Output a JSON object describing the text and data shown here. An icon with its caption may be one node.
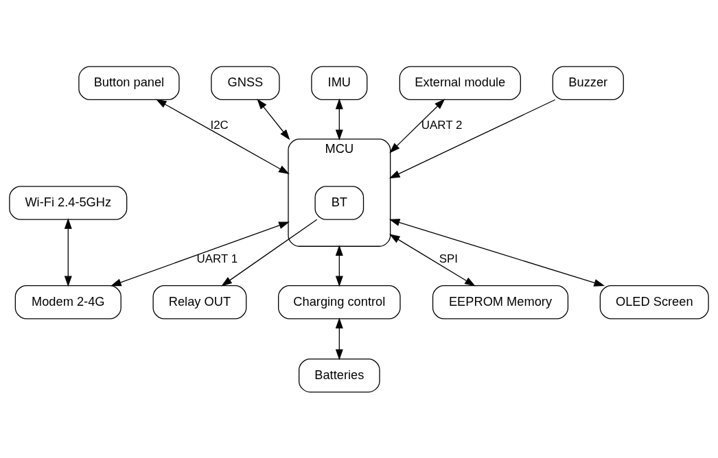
{
  "diagram": {
    "nodes": [
      {
        "text": [
          "Wi-Fi 2.4-5GHz"
        ]
      },
      {
        "text": [
          "Button panel"
        ]
      },
      {
        "text": [
          "GNSS"
        ]
      },
      {
        "text": [
          "IMU"
        ]
      },
      {
        "text": [
          "Modem 2-4G"
        ]
      },
      {
        "text": [
          "External module"
        ]
      },
      {
        "text": [
          "MCU"
        ]
      },
      {
        "text": [
          "BT"
        ],
        "in": 6
      },
      {
        "text": [
          "Relay OUT"
        ]
      },
      {
        "text": [
          "Buzzer"
        ]
      },
      {
        "text": [
          "Charging control"
        ]
      },
      {
        "text": [
          "EEPROM Memory"
        ]
      },
      {
        "text": [
          "OLED Screen"
        ]
      },
      {
        "text": [
          "Batteries"
        ]
      }
    ],
    "edges": [
      {
        "from": 0,
        "to": 4,
        "arrow": "both"
      },
      {
        "from": 6,
        "to": 4,
        "arrow": "both",
        "label": "UART 1"
      },
      {
        "from": 1,
        "to": 6,
        "arrow": "both",
        "label": "I2C"
      },
      {
        "from": 2,
        "to": 6,
        "arrow": "both"
      },
      {
        "from": 3,
        "to": 6,
        "arrow": "both"
      },
      {
        "from": 5,
        "to": 6,
        "arrow": "both",
        "label": "UART 2"
      },
      {
        "from": 7,
        "to": 8,
        "arrow": "to"
      },
      {
        "from": 9,
        "to": 6,
        "arrow": "to"
      },
      {
        "from": 6,
        "to": 10,
        "arrow": "both"
      },
      {
        "from": 6,
        "to": 11,
        "arrow": "both",
        "label": "SPI"
      },
      {
        "from": 6,
        "to": 12,
        "arrow": "both"
      },
      {
        "from": 10,
        "to": 13,
        "arrow": "both"
      }
    ]
  }
}
